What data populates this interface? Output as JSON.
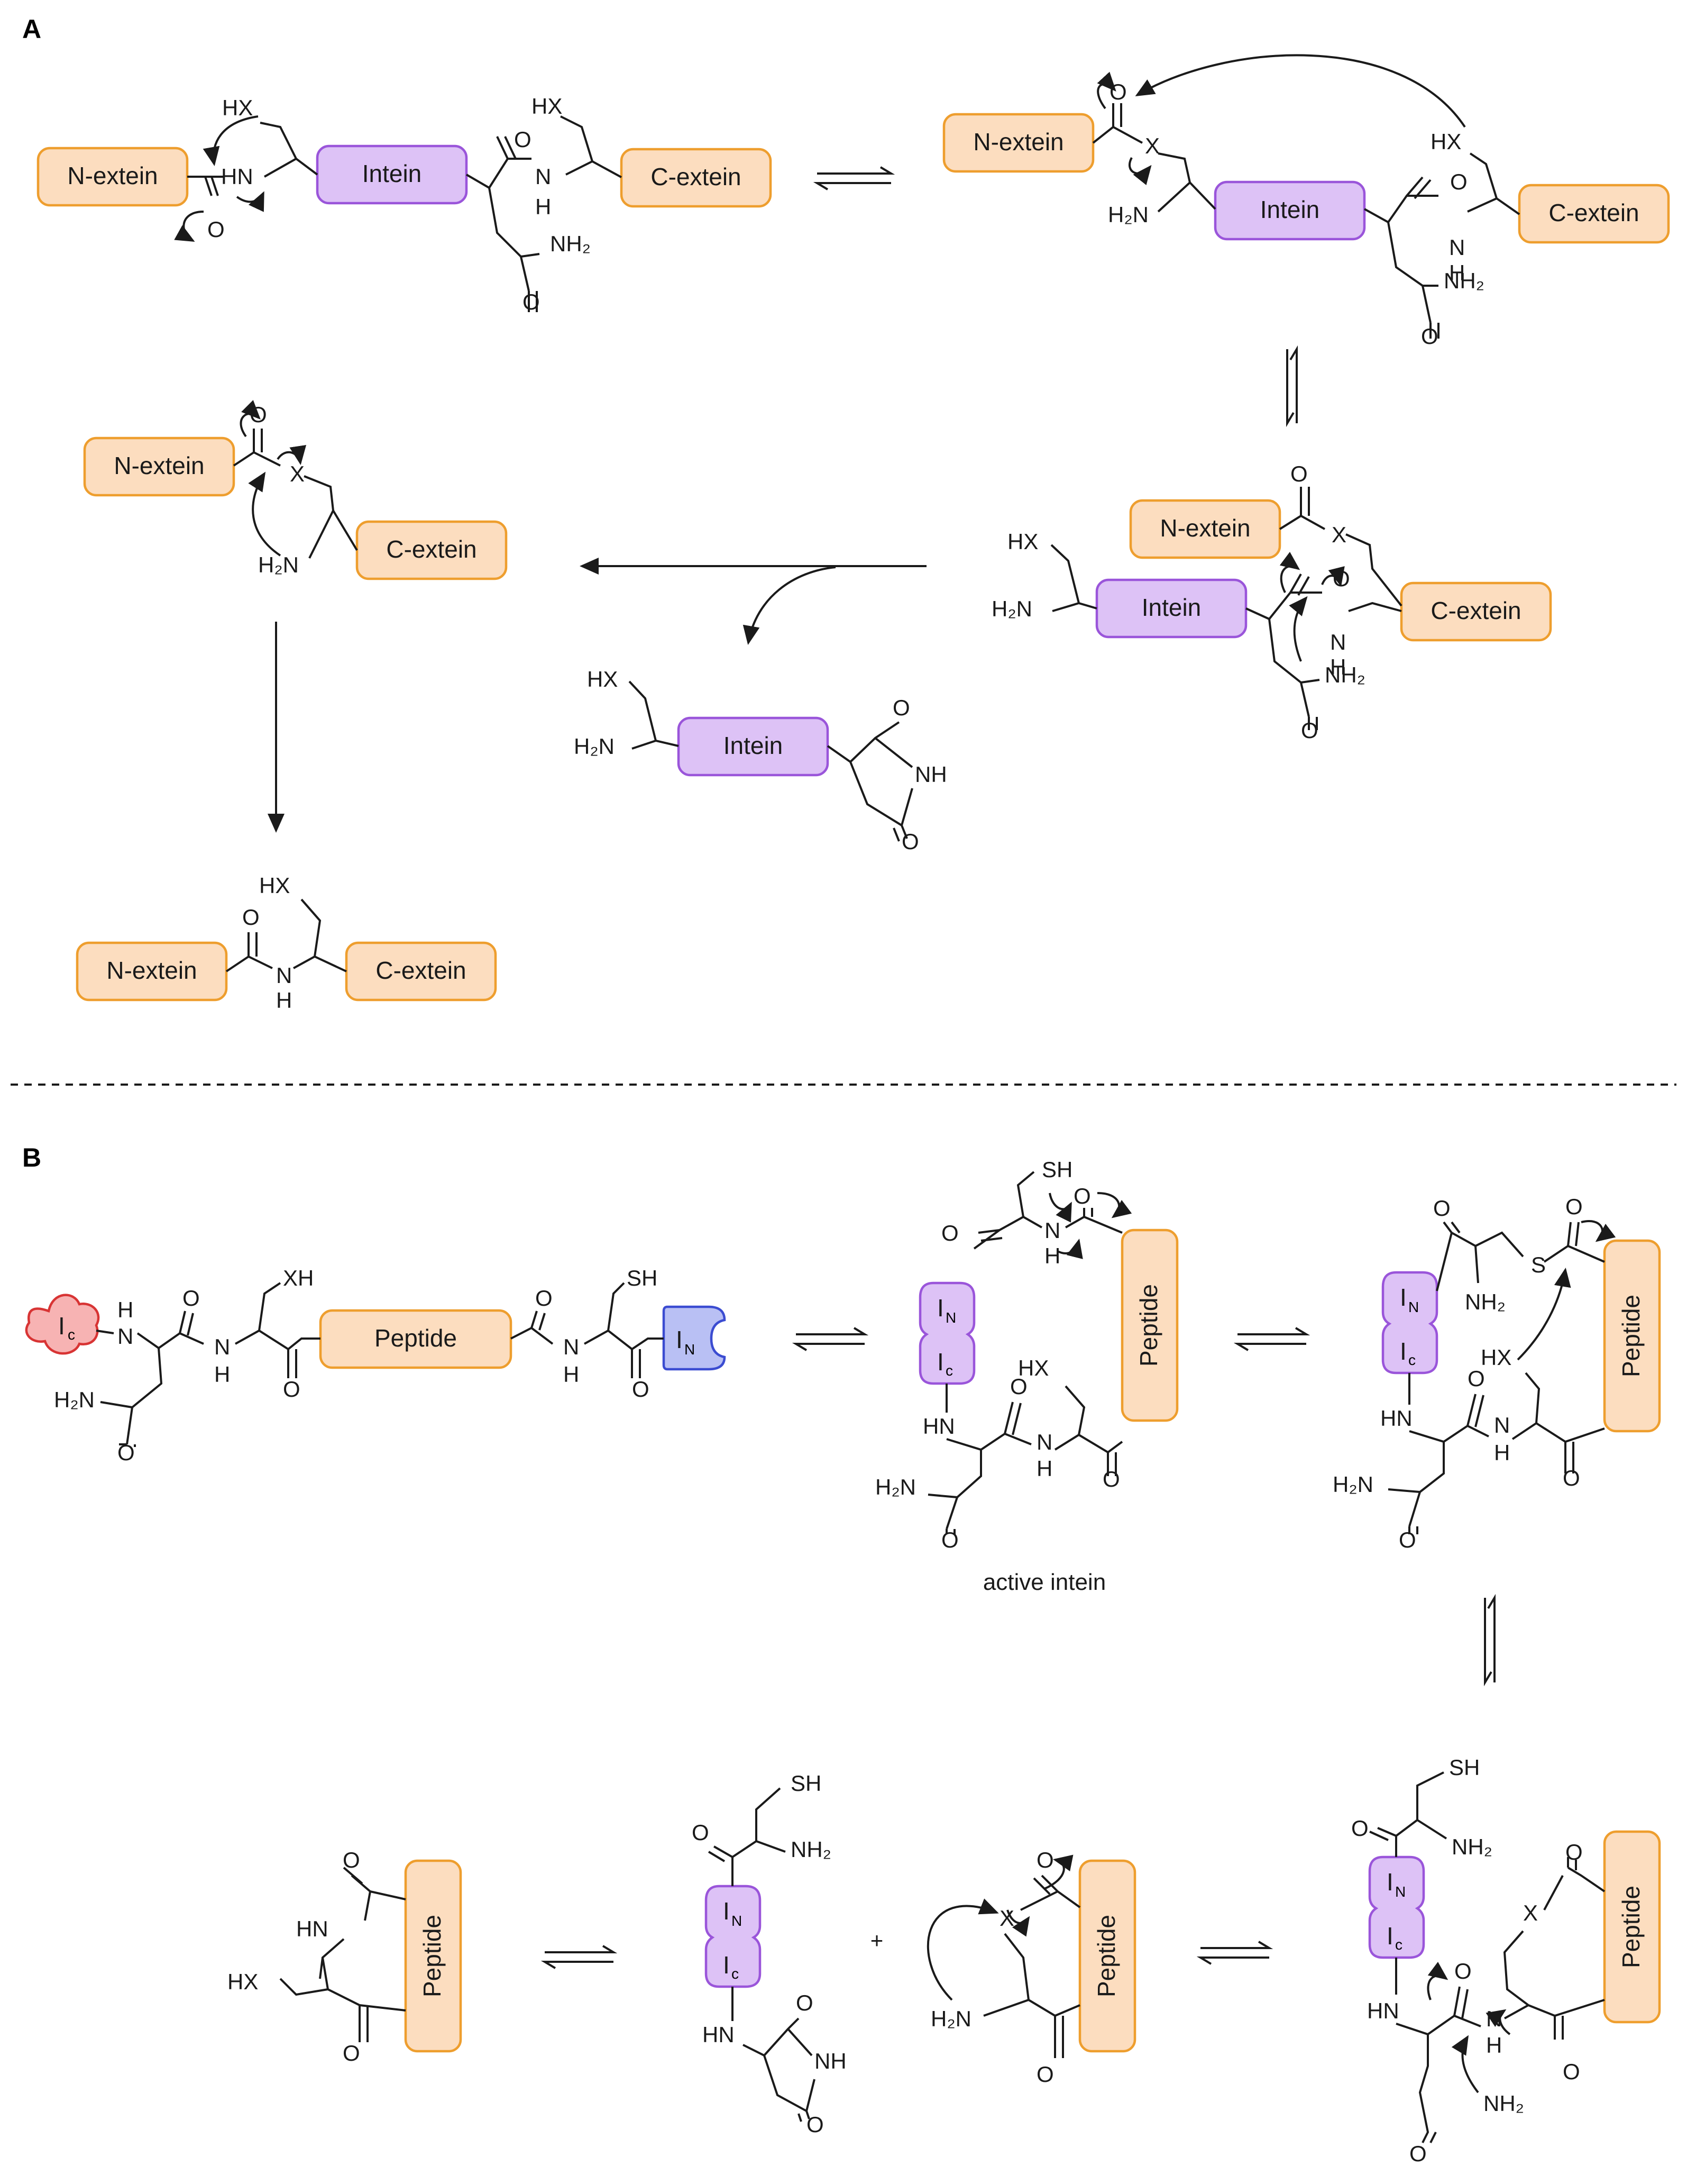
{
  "panels": {
    "a_label": "A",
    "b_label": "B"
  },
  "labels": {
    "n_extein": "N-extein",
    "c_extein": "C-extein",
    "intein": "Intein",
    "peptide": "Peptide",
    "active_intein": "active intein",
    "plus": "+"
  },
  "atoms": {
    "HX": "HX",
    "XH": "XH",
    "HN": "HN",
    "NH": "NH",
    "N": "N",
    "H": "H",
    "O": "O",
    "X": "X",
    "S": "S",
    "SH": "SH",
    "H2N": "H₂N",
    "NH2": "NH₂",
    "IN": "I",
    "IC": "I",
    "sub_N": "N",
    "sub_c": "c"
  },
  "colors": {
    "extein_fill": "#FCDDBF",
    "extein_stroke": "#EE9E2E",
    "intein_fill": "#DDC2F6",
    "intein_stroke": "#9A55DA",
    "ic_fill": "#F7B3B3",
    "ic_stroke": "#D83434",
    "in_fill": "#B9C0F4",
    "in_stroke": "#3B4CD1"
  }
}
